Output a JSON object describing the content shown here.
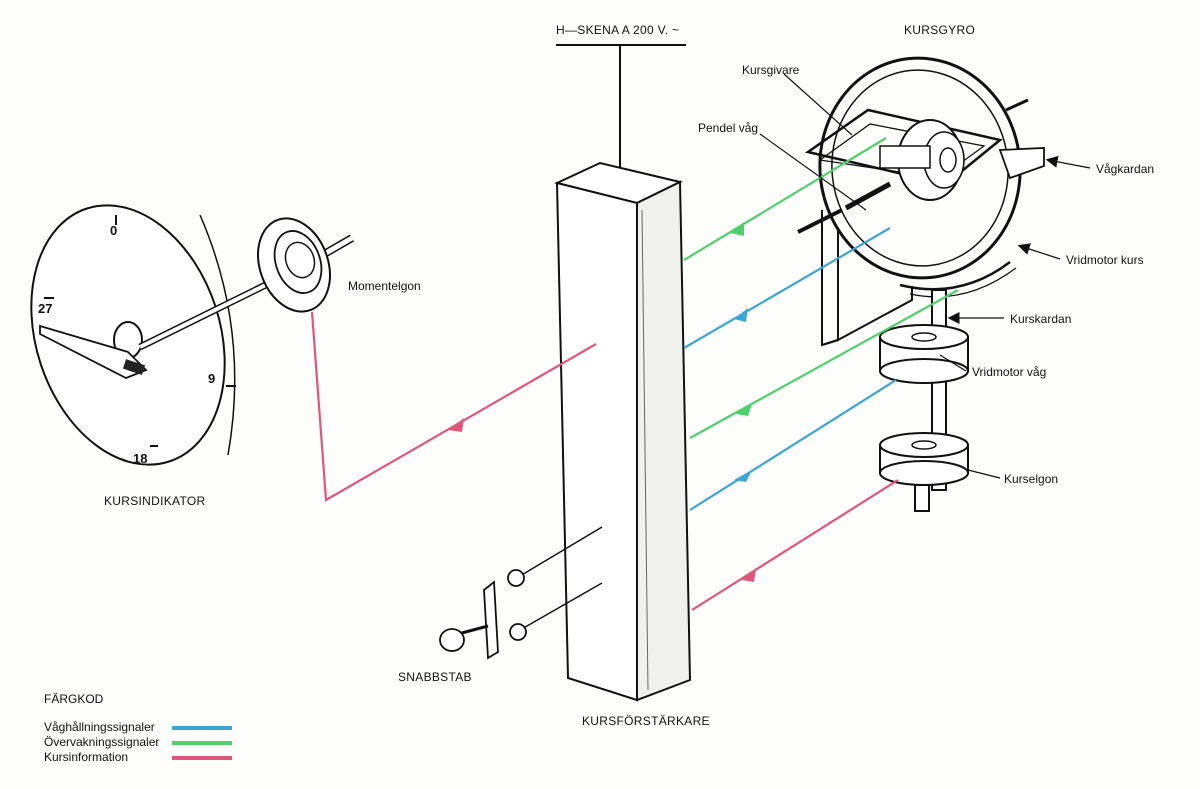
{
  "labels": {
    "rail": "H—SKENA A 200 V. ~",
    "gyro_title": "KURSGYRO",
    "kursgivare": "Kursgivare",
    "pendel_vag": "Pendel våg",
    "vagkardan": "Vågkardan",
    "vridmotor_kurs": "Vridmotor kurs",
    "kurskardan": "Kurskardan",
    "vridmotor_vag": "Vridmotor våg",
    "kurselgon": "Kurselgon",
    "momentelgon": "Momentelgon",
    "kursindikator": "KURSINDIKATOR",
    "snabbstab": "SNABBSTAB",
    "kursforstarkare": "KURSFÖRSTÄRKARE"
  },
  "dial": {
    "n0": "0",
    "n9": "9",
    "n18": "18",
    "n27": "27"
  },
  "legend": {
    "title": "FÄRGKOD",
    "items": [
      {
        "label": "Våghållningssignaler",
        "color": "#3aa6d8"
      },
      {
        "label": "Övervakningssignaler",
        "color": "#4fd06a"
      },
      {
        "label": "Kursinformation",
        "color": "#e0567a"
      }
    ]
  },
  "colors": {
    "blue": "#3aa6d8",
    "green": "#4fd06a",
    "pink": "#e0567a",
    "ink": "#111111"
  }
}
